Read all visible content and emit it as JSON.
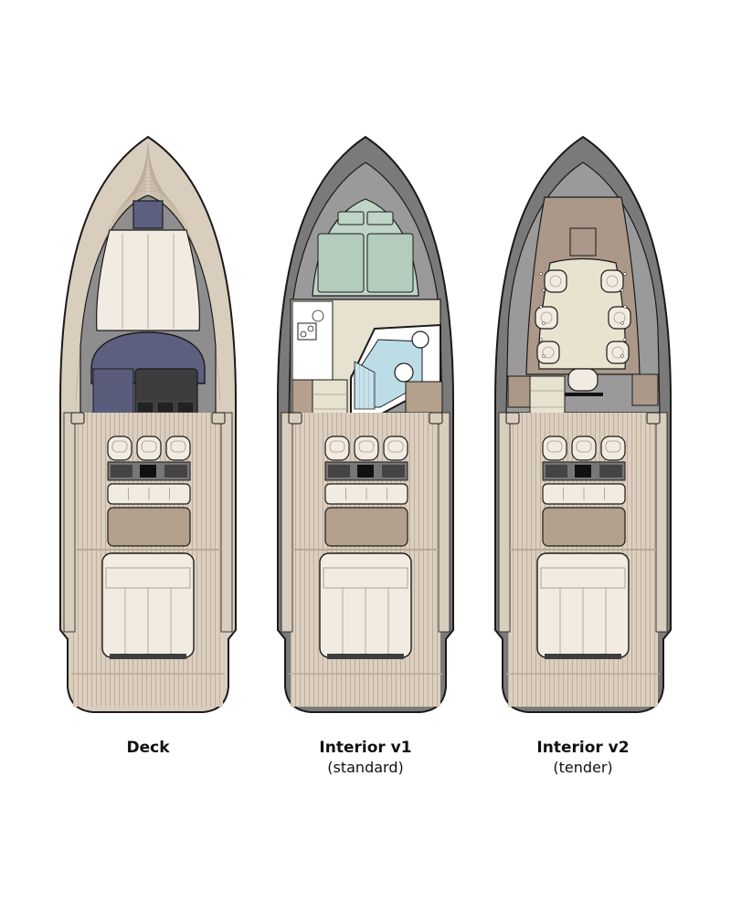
{
  "layouts": [
    {
      "title": "Deck",
      "subtitle": "",
      "variant": "deck"
    },
    {
      "title": "Interior v1",
      "subtitle": "(standard)",
      "variant": "interior-v1"
    },
    {
      "title": "Interior v2",
      "subtitle": "(tender)",
      "variant": "interior-v2"
    }
  ],
  "colors": {
    "outline": "#1a1a1a",
    "hull_dark": "#7a7a7a",
    "hull_mid": "#9a9a9a",
    "teak": "#d9cdbd",
    "teak_line": "#b9aa96",
    "cushion": "#f2ebe2",
    "cushion_line": "#a89a88",
    "taupe": "#b3a08d",
    "navy": "#5d5f80",
    "console": "#3d3d3d",
    "cabin_green": "#bfd5c6",
    "cabin_cream": "#e6e2cf",
    "cabin_blue": "#bcdde6",
    "lounge_cream": "#e8e3cf",
    "lounge_brown": "#ab9888"
  }
}
